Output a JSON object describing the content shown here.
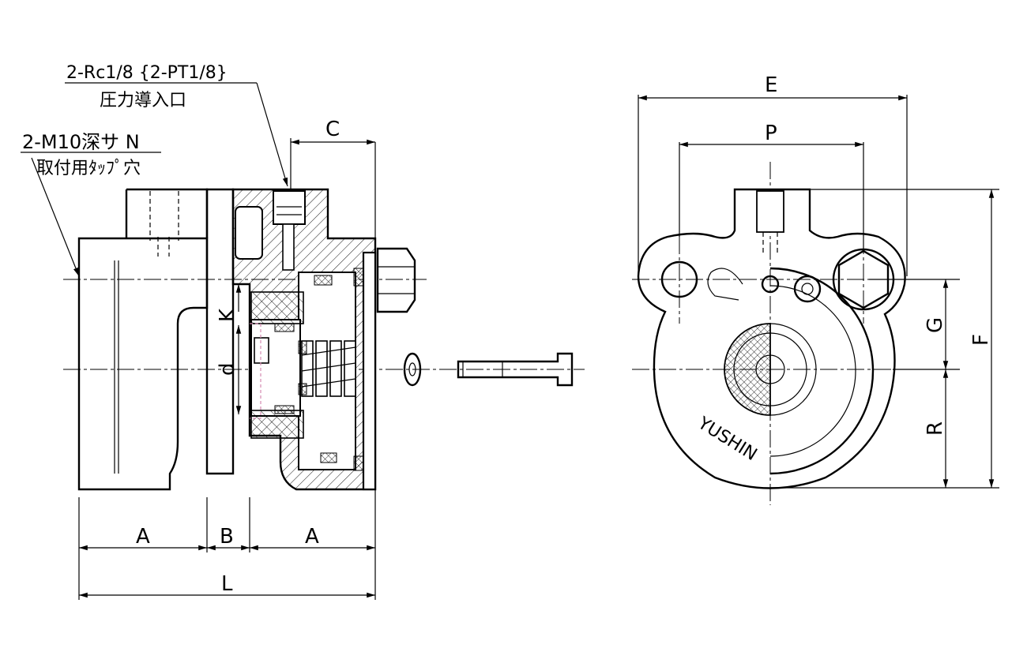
{
  "callouts": {
    "port_line1": "2-Rc1/8 {2-PT1/8}",
    "port_line2": "圧力導入口",
    "tap_line1": "2-M10深サ N",
    "tap_line2": "取付用ﾀｯﾌﾟ穴"
  },
  "dimensions": {
    "C": "C",
    "K": "K",
    "d": "d",
    "A1": "A",
    "B": "B",
    "A2": "A",
    "L": "L",
    "E": "E",
    "P": "P",
    "G": "G",
    "F": "F",
    "R": "R"
  },
  "marking": "YUSHIN",
  "colors": {
    "line": "#000000",
    "hatch": "#000000",
    "accent": "#d48ab0"
  }
}
